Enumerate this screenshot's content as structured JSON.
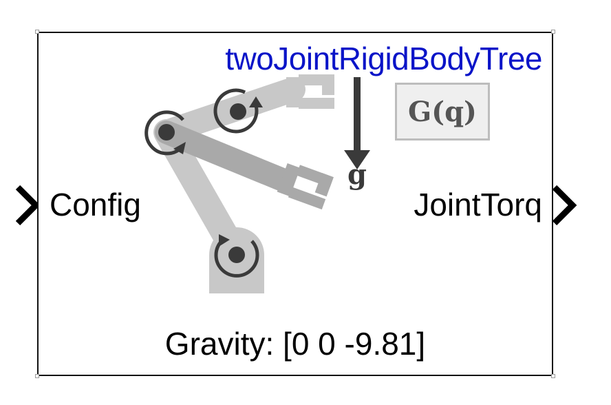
{
  "block": {
    "title": "twoJointRigidBodyTree",
    "input_port": "Config",
    "output_port": "JointTorq",
    "parameter": "Gravity: [0 0 -9.81]"
  },
  "icon": {
    "function_label": "G(q)",
    "gravity_symbol": "g"
  },
  "colors": {
    "title": "#0a14c8",
    "robot_light": "#c8c8c8",
    "robot_mid": "#a9a9a9",
    "joint_dark": "#3a3a3a"
  }
}
